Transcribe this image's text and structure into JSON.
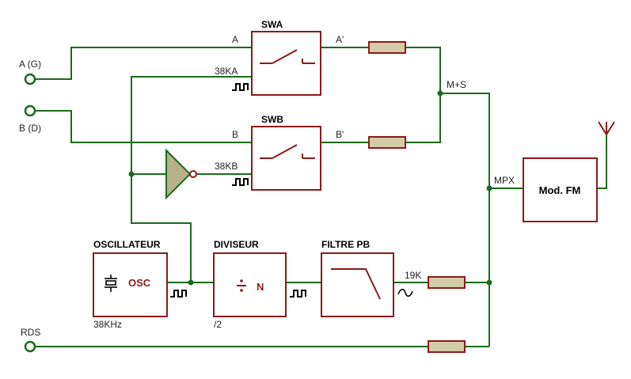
{
  "inputs": {
    "a_label": "A (G)",
    "b_label": "B (D)",
    "rds_label": "RDS"
  },
  "swa": {
    "title": "SWA",
    "in_label": "A",
    "out_label": "A'",
    "clock_label": "38KA"
  },
  "swb": {
    "title": "SWB",
    "in_label": "B",
    "out_label": "B'",
    "clock_label": "38KB"
  },
  "junction_labels": {
    "sum": "M+S",
    "mpx": "MPX",
    "pilot": "19K"
  },
  "oscillator": {
    "title": "OSCILLATEUR",
    "inner_label": "OSC",
    "freq_label": "38KHz"
  },
  "divider": {
    "title": "DIVISEUR",
    "inner_label": "N",
    "ratio_label": "/2"
  },
  "filter": {
    "title": "FILTRE PB"
  },
  "modulator": {
    "label": "Mod. FM"
  },
  "colors": {
    "wire": "#1b6b1b",
    "block": "#8b1a1a",
    "resistor_fill": "#d4cba8",
    "inverter_fill": "#b8b08a"
  }
}
